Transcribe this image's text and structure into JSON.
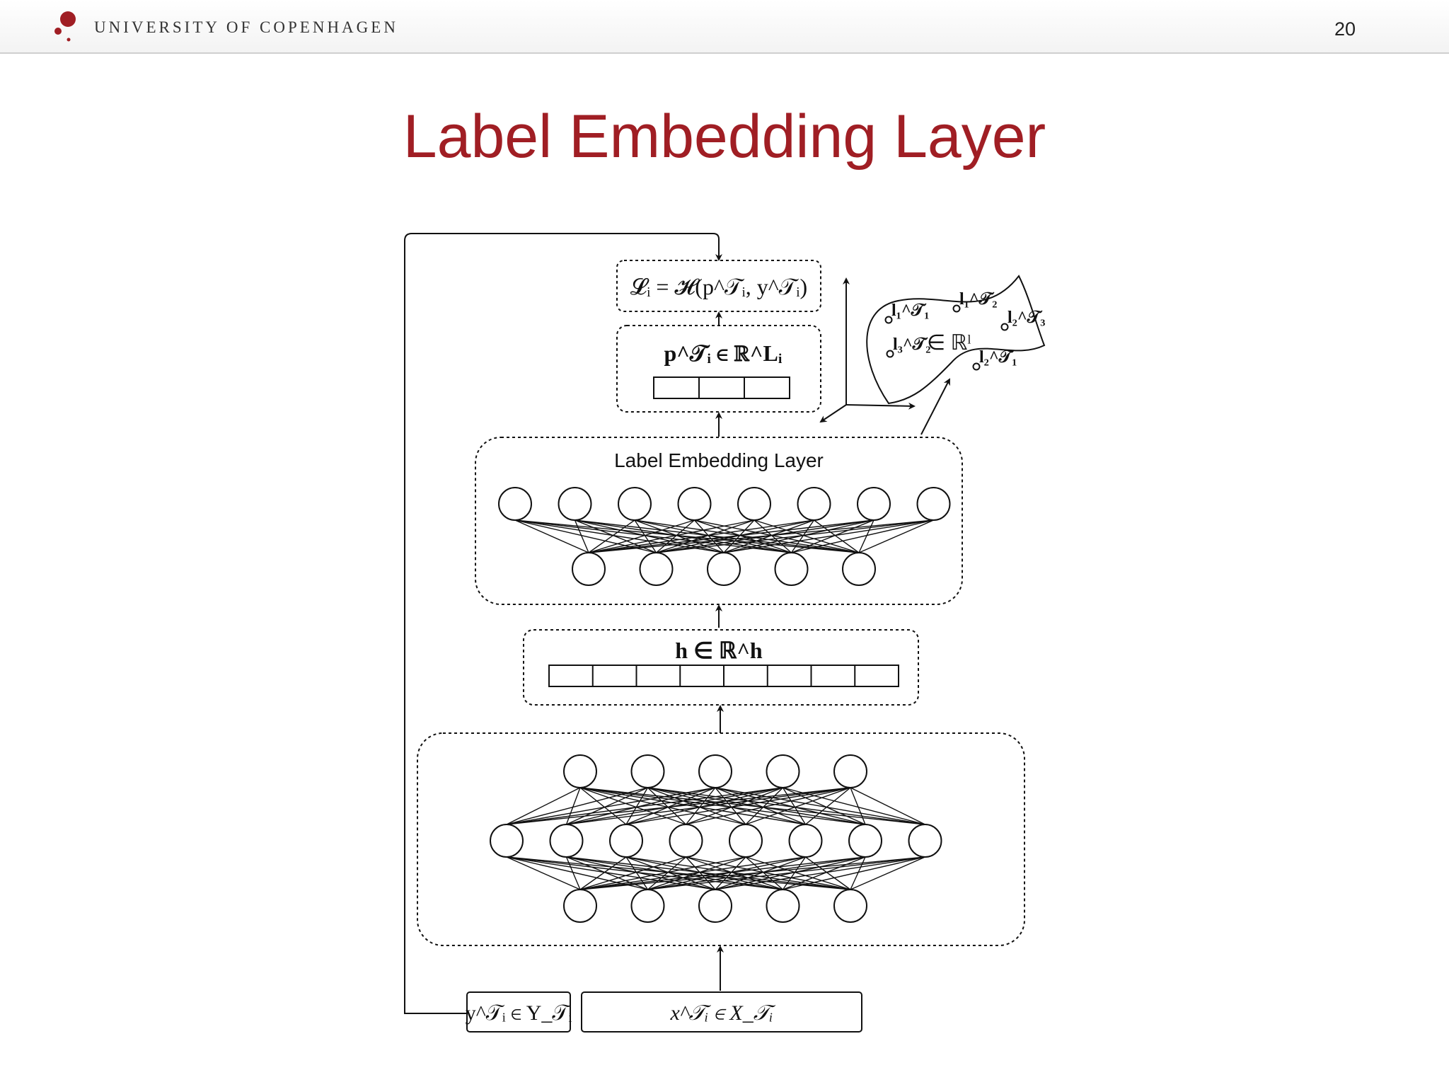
{
  "header": {
    "university": "UNIVERSITY OF COPENHAGEN",
    "page_number": "20",
    "brand_color": "#a01e24",
    "logo_icon": "ku-seal-icon"
  },
  "slide": {
    "title": "Label Embedding Layer"
  },
  "diagram": {
    "loss_formula": "𝓛ᵢ = 𝓗(p^𝒯ᵢ, y^𝒯ᵢ)",
    "prediction_label": "p^𝒯ᵢ ∈ ℝ^Lᵢ",
    "prediction_vector_cells": 3,
    "label_embedding_layer_title": "Label Embedding Layer",
    "label_embedding_nodes": {
      "top_row": 8,
      "bottom_row": 5
    },
    "hidden_label": "h ∈ ℝ^h",
    "hidden_vector_cells": 8,
    "encoder_nodes": {
      "top_row": 5,
      "middle_row": 8,
      "bottom_row": 5
    },
    "target_label": "y^𝒯ᵢ ∈ Y_𝒯ᵢ",
    "input_label": "x^𝒯ᵢ ∈ X_𝒯ᵢ",
    "embedding_space": {
      "space_label": "∈ ℝˡ",
      "points": [
        "l₁^𝒯₁",
        "l₁^𝒯₂",
        "l₂^𝒯₃",
        "l₃^𝒯₂",
        "l₂^𝒯₁"
      ]
    }
  }
}
